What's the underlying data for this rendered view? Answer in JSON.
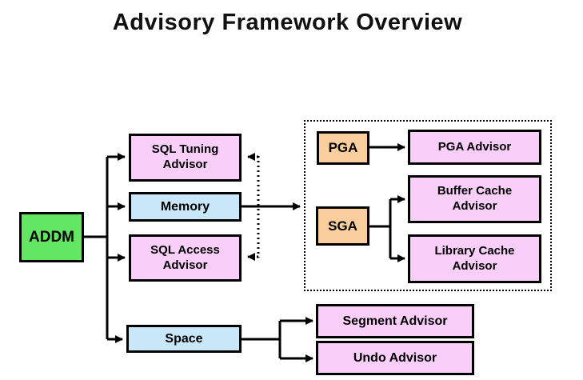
{
  "title": "Advisory Framework Overview",
  "colors": {
    "background": "#FFFFFF",
    "addm": "#63E763",
    "advisor": "#F9CEF9",
    "memory_space": "#C8E8F9",
    "pga_sga": "#FACE9C",
    "line": "#000000"
  },
  "nodes": {
    "addm": "ADDM",
    "sql_tuning_advisor": "SQL Tuning Advisor",
    "memory": "Memory",
    "sql_access_advisor": "SQL Access Advisor",
    "space": "Space",
    "pga": "PGA",
    "pga_advisor": "PGA Advisor",
    "sga": "SGA",
    "buffer_cache_advisor": "Buffer Cache Advisor",
    "library_cache_advisor": "Library Cache Advisor",
    "segment_advisor": "Segment Advisor",
    "undo_advisor": "Undo Advisor"
  },
  "edges": [
    {
      "from": "addm",
      "to": "sql_tuning_advisor",
      "style": "solid-arrow"
    },
    {
      "from": "addm",
      "to": "memory",
      "style": "solid-arrow"
    },
    {
      "from": "addm",
      "to": "sql_access_advisor",
      "style": "solid-arrow"
    },
    {
      "from": "addm",
      "to": "space",
      "style": "solid-arrow"
    },
    {
      "from": "memory",
      "to": "memory-advisors-group",
      "style": "solid-arrow"
    },
    {
      "from": "pga",
      "to": "pga_advisor",
      "style": "solid-arrow"
    },
    {
      "from": "sga",
      "to": "buffer_cache_advisor",
      "style": "solid-arrow"
    },
    {
      "from": "sga",
      "to": "library_cache_advisor",
      "style": "solid-arrow"
    },
    {
      "from": "space",
      "to": "segment_advisor",
      "style": "solid-arrow"
    },
    {
      "from": "space",
      "to": "undo_advisor",
      "style": "solid-arrow"
    },
    {
      "from": "memory-advisors-group",
      "to": "sql_tuning_advisor",
      "style": "dotted-arrow"
    },
    {
      "from": "memory-advisors-group",
      "to": "sql_access_advisor",
      "style": "dotted-arrow"
    }
  ]
}
